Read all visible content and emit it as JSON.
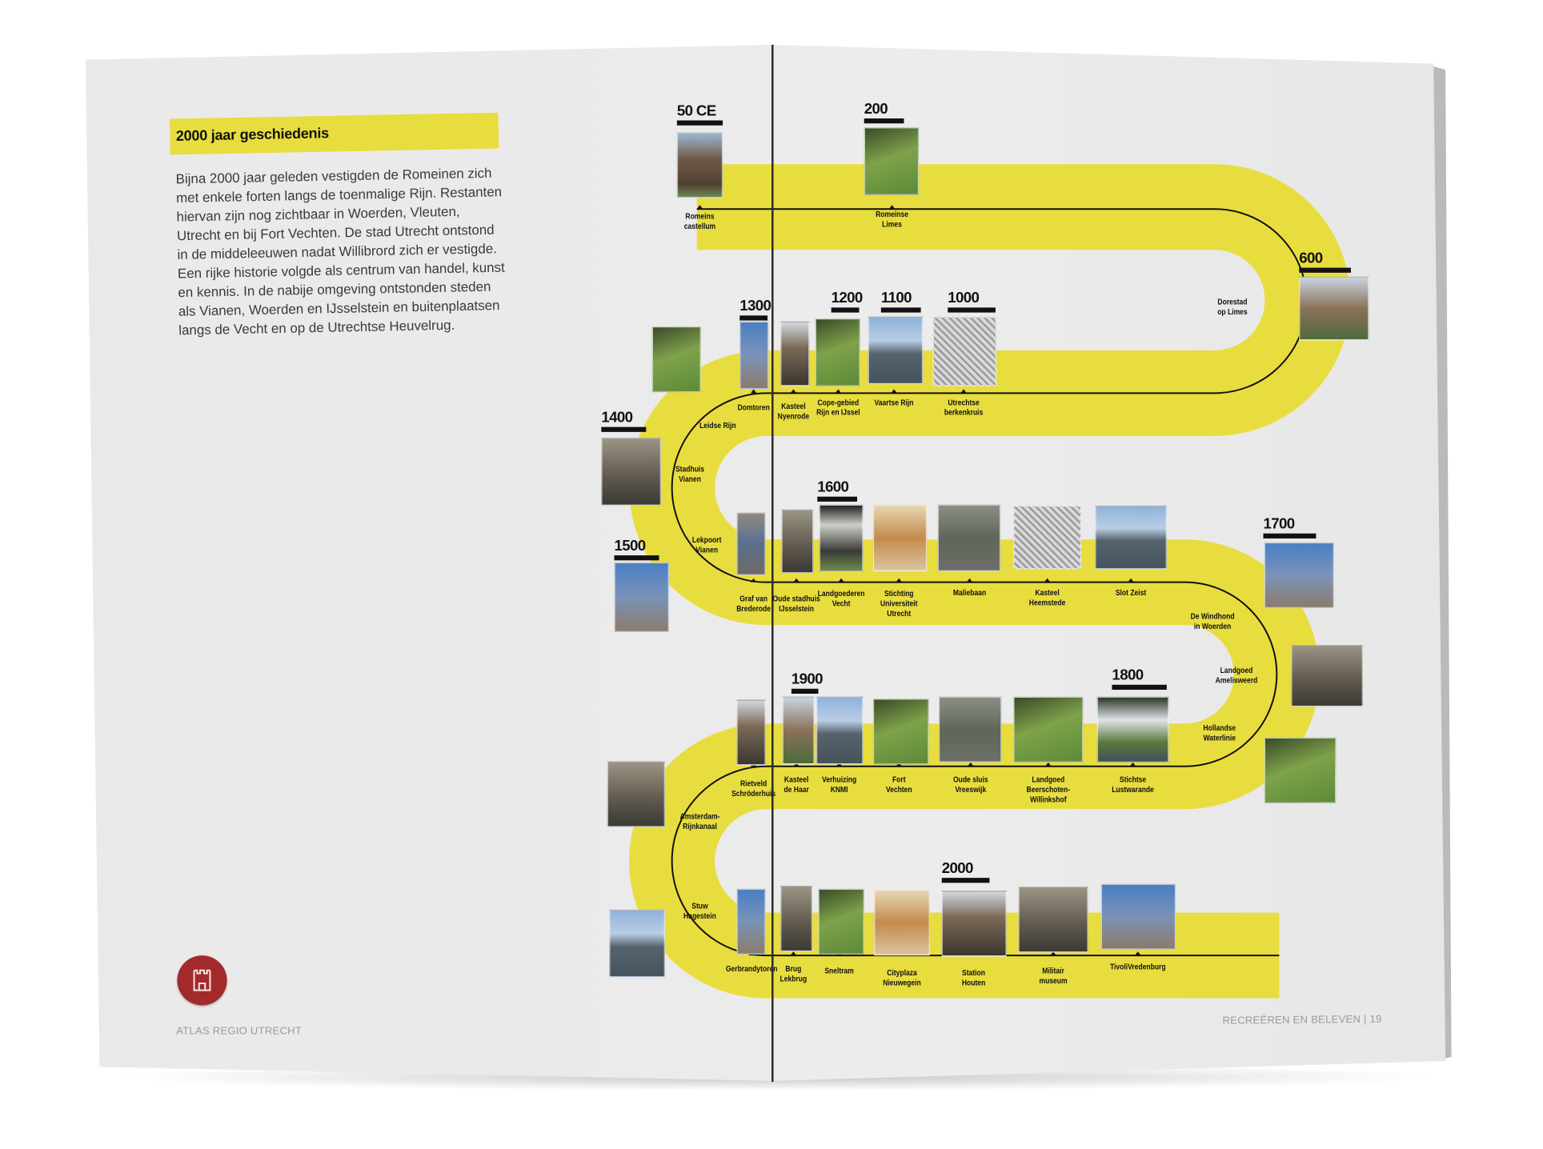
{
  "left_page": {
    "title": "2000 jaar geschiedenis",
    "intro": "Bijna 2000 jaar geleden vestigden de Romeinen zich met enkele forten langs de toenmalige Rijn. Restanten hiervan zijn nog zichtbaar in Woerden, Vleuten, Utrecht en bij Fort Vechten. De stad Utrecht ontstond in de middeleeuwen nadat Willibrord zich er vestigde. Een rijke historie volgde als centrum van handel, kunst en kennis. In de nabije omgeving ontstonden steden als Vianen, Woerden en IJsselstein en buitenplaatsen langs de Vecht en op de Utrechtse Heuvelrug.",
    "footer": "ATLAS REGIO UTRECHT",
    "logo_icon": "castle-icon"
  },
  "right_page": {
    "footer": "RECREËREN EN BELEVEN | 19"
  },
  "colors": {
    "track": "#e8dd3e",
    "line": "#111111",
    "logo": "#a32a2a"
  },
  "timeline": {
    "stops": [
      {
        "year": "50 CE",
        "label": "Romeins\ncastellum"
      },
      {
        "year": "200",
        "label": "Romeinse\nLimes"
      },
      {
        "year": "600",
        "label": "Dorestad\nop Limes"
      },
      {
        "year": "1000",
        "label": "Utrechtse\nberkenkruis"
      },
      {
        "year": "1100",
        "label": "Vaartse Rijn"
      },
      {
        "year": "1200",
        "label": "Cope-gebied\nRijn en IJssel"
      },
      {
        "year": "",
        "label": "Kasteel\nNyenrode"
      },
      {
        "year": "1300",
        "label": "Domtoren"
      },
      {
        "year": "",
        "label": "Leidse Rijn"
      },
      {
        "year": "1400",
        "label": "Stadhuis\nVianen"
      },
      {
        "year": "1500",
        "label": "Lekpoort\nVianen"
      },
      {
        "year": "",
        "label": "Graf van\nBrederode"
      },
      {
        "year": "",
        "label": "Oude stadhuis\nIJsselstein"
      },
      {
        "year": "1600",
        "label": "Landgoederen\nVecht"
      },
      {
        "year": "",
        "label": "Stichting\nUniversiteit\nUtrecht"
      },
      {
        "year": "",
        "label": "Maliebaan"
      },
      {
        "year": "",
        "label": "Kasteel\nHeemstede"
      },
      {
        "year": "",
        "label": "Slot Zeist"
      },
      {
        "year": "1700",
        "label": "De Windhond\nin Woerden"
      },
      {
        "year": "",
        "label": "Landgoed\nAmelisweerd"
      },
      {
        "year": "",
        "label": "Hollandse\nWaterlinie"
      },
      {
        "year": "1800",
        "label": "Stichtse\nLustwarande"
      },
      {
        "year": "",
        "label": "Landgoed\nBeerschoten-\nWillinkshof"
      },
      {
        "year": "",
        "label": "Oude sluis\nVreeswijk"
      },
      {
        "year": "",
        "label": "Fort\nVechten"
      },
      {
        "year": "",
        "label": "Verhuizing\nKNMI"
      },
      {
        "year": "1900",
        "label": "Kasteel\nde Haar"
      },
      {
        "year": "",
        "label": "Rietveld\nSchröderhuis"
      },
      {
        "year": "",
        "label": "Amsterdam-\nRijnkanaal"
      },
      {
        "year": "",
        "label": "Stuw\nHagestein"
      },
      {
        "year": "",
        "label": "Gerbrandytoren"
      },
      {
        "year": "",
        "label": "Brug\nLekbrug"
      },
      {
        "year": "",
        "label": "Sneltram"
      },
      {
        "year": "",
        "label": "Cityplaza\nNieuwegein"
      },
      {
        "year": "2000",
        "label": "Station\nHouten"
      },
      {
        "year": "",
        "label": "Militair\nmuseum"
      },
      {
        "year": "",
        "label": "TivoliVredenburg"
      }
    ]
  }
}
